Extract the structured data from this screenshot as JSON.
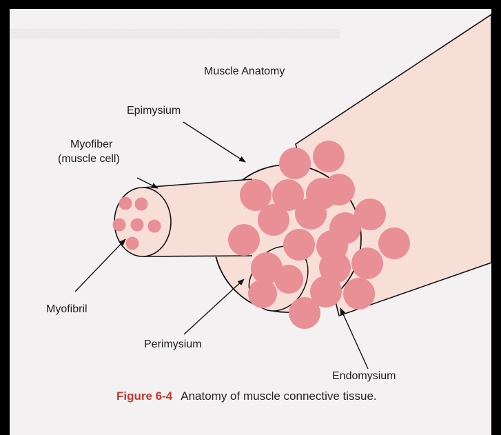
{
  "labels": {
    "title": "Muscle Anatomy",
    "epimysium": "Epimysium",
    "myofiber_line1": "Myofiber",
    "myofiber_line2": "(muscle cell)",
    "myofibril": "Myofibril",
    "perimysium": "Perimysium",
    "endomysium": "Endomysium"
  },
  "caption": {
    "figure_number": "Figure 6-4",
    "text": "Anatomy of muscle connective tissue."
  },
  "colors": {
    "tissue_fill": "#f7dfd7",
    "fiber_fill": "#e98f96",
    "outline": "#111111",
    "caption_number": "#c2392f",
    "background": "#f3f1f2",
    "border": "#000000"
  }
}
